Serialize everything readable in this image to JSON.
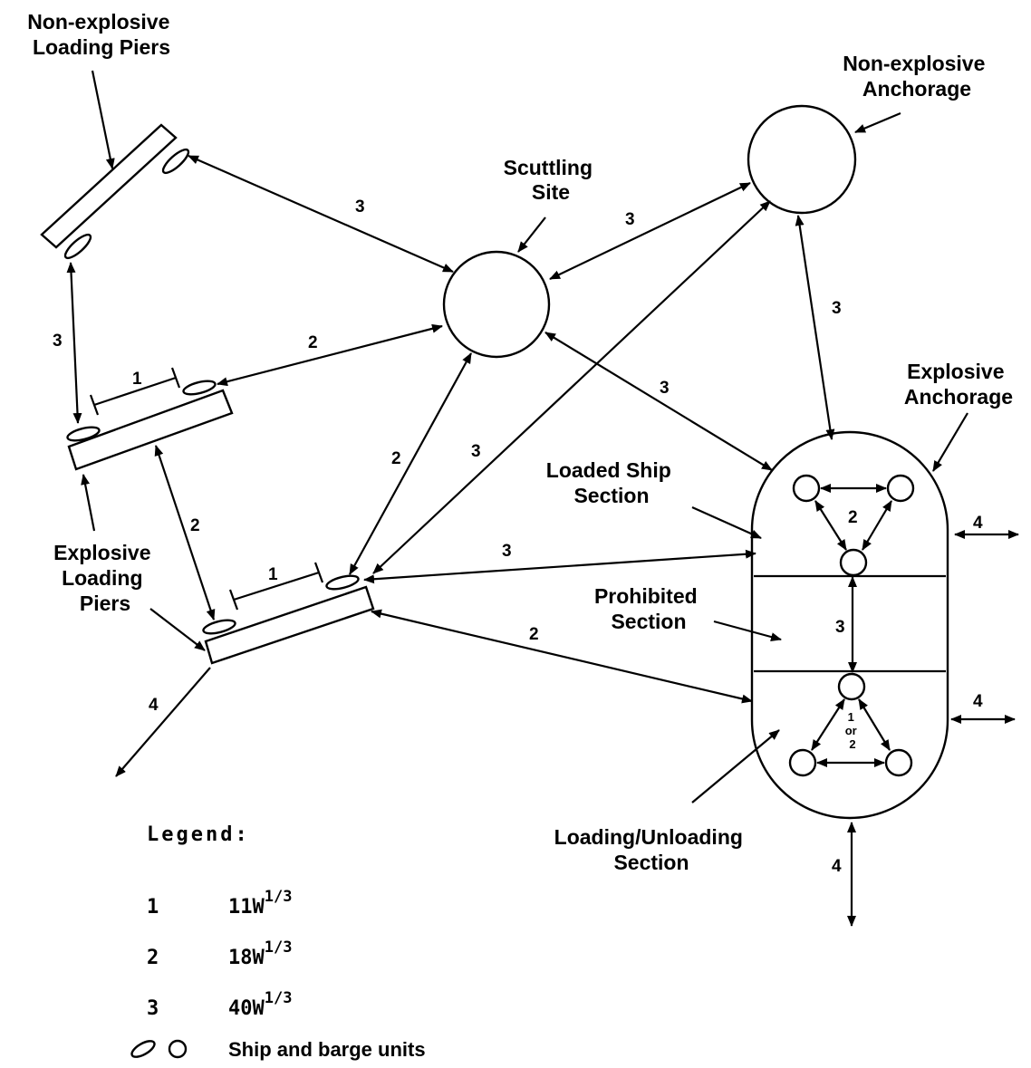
{
  "labels": {
    "non_explosive_piers": [
      "Non-explosive",
      "Loading Piers"
    ],
    "non_explosive_anchorage": [
      "Non-explosive",
      "Anchorage"
    ],
    "scuttling_site": [
      "Scuttling",
      "Site"
    ],
    "explosive_anchorage": [
      "Explosive",
      "Anchorage"
    ],
    "loaded_ship_section": [
      "Loaded Ship",
      "Section"
    ],
    "prohibited_section": [
      "Prohibited",
      "Section"
    ],
    "explosive_loading_piers": [
      "Explosive",
      "Loading",
      "Piers"
    ],
    "loading_unloading_section": [
      "Loading/Unloading",
      "Section"
    ]
  },
  "distances": {
    "one": "1",
    "two": "2",
    "three": "3",
    "four": "4",
    "one_or": "1",
    "or": "or",
    "two_small": "2"
  },
  "legend": {
    "title": "Legend:",
    "items": [
      {
        "key": "1",
        "value": "11W",
        "sup": "1/3"
      },
      {
        "key": "2",
        "value": "18W",
        "sup": "1/3"
      },
      {
        "key": "3",
        "value": "40W",
        "sup": "1/3"
      }
    ],
    "units_label": "Ship and barge units"
  }
}
